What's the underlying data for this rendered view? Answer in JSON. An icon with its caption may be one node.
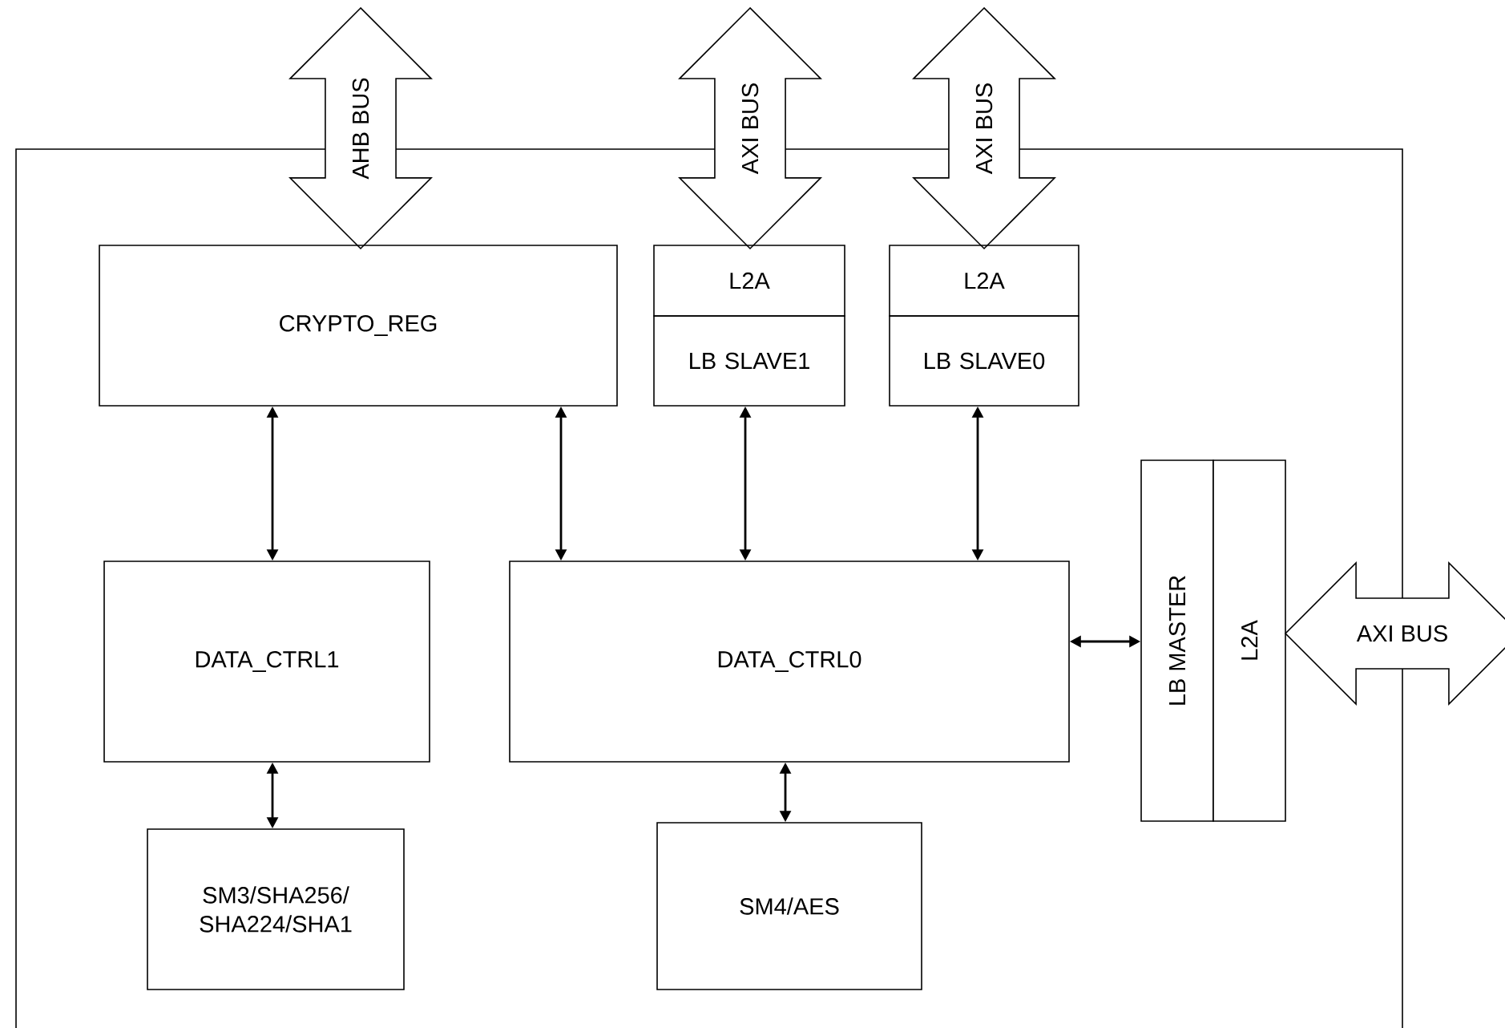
{
  "diagram": {
    "nodes": [
      {
        "text": [],
        "shape": "box"
      },
      {
        "text": [
          "AHB BUS"
        ]
      },
      {
        "text": [
          "AXI BUS"
        ]
      },
      {
        "text": [
          "AXI BUS"
        ]
      },
      {
        "text": [
          "CRYPTO_REG"
        ],
        "in": 0
      },
      {
        "text": [
          "L2A"
        ],
        "in": 0
      },
      {
        "text": [
          "LB SLAVE1"
        ],
        "in": 0
      },
      {
        "text": [
          "L2A"
        ],
        "in": 0
      },
      {
        "text": [
          "LB SLAVE0"
        ],
        "in": 0
      },
      {
        "text": [
          "DATA_CTRL1"
        ],
        "in": 0
      },
      {
        "text": [
          "DATA_CTRL0"
        ],
        "in": 0
      },
      {
        "text": [
          "LB MASTER"
        ],
        "in": 0
      },
      {
        "text": [
          "L2A"
        ],
        "in": 0
      },
      {
        "text": [
          "AXI BUS"
        ]
      },
      {
        "text": [
          "SM3/SHA256/ SHA224/SHA1"
        ],
        "in": 0
      },
      {
        "text": [
          "SM4/AES"
        ],
        "in": 0
      }
    ],
    "edges": [
      {
        "from": 4,
        "to": 9,
        "arrow": "both"
      },
      {
        "from": 4,
        "to": 10,
        "arrow": "both"
      },
      {
        "from": 6,
        "to": 10,
        "arrow": "both"
      },
      {
        "from": 8,
        "to": 10,
        "arrow": "both"
      },
      {
        "from": 10,
        "to": 11,
        "arrow": "both"
      },
      {
        "from": 9,
        "to": 14,
        "arrow": "both"
      },
      {
        "from": 10,
        "to": 15,
        "arrow": "both"
      }
    ]
  }
}
